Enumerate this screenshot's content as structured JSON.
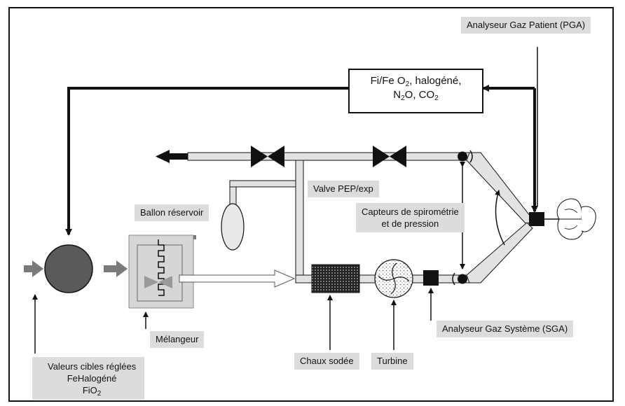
{
  "labels": {
    "pga": "Analyseur Gaz Patient (PGA)",
    "gas_box_line1_a": "Fi/Fe O",
    "gas_box_line1_sub": "2",
    "gas_box_line1_b": ", halogéné,",
    "gas_box_line2_a": "N",
    "gas_box_line2_sub1": "2",
    "gas_box_line2_b": "O, CO",
    "gas_box_line2_sub2": "2",
    "valve": "Valve PEP/exp",
    "ballon": "Ballon réservoir",
    "capteurs_line1": "Capteurs de spirométrie",
    "capteurs_line2": "et de pression",
    "melangeur": "Mélangeur",
    "sga": "Analyseur Gaz Système (SGA)",
    "chaux": "Chaux sodée",
    "turbine": "Turbine",
    "valeurs_line1": "Valeurs cibles réglées",
    "valeurs_line2": "FeHalogéné",
    "valeurs_line3_a": "FiO",
    "valeurs_line3_sub": "2"
  },
  "colors": {
    "label_bg": "#dcdcdc",
    "tube": "#e2e2e2",
    "circle": "#5a5a5a",
    "arrow_gray": "#7a7a7a",
    "line": "#111111"
  }
}
